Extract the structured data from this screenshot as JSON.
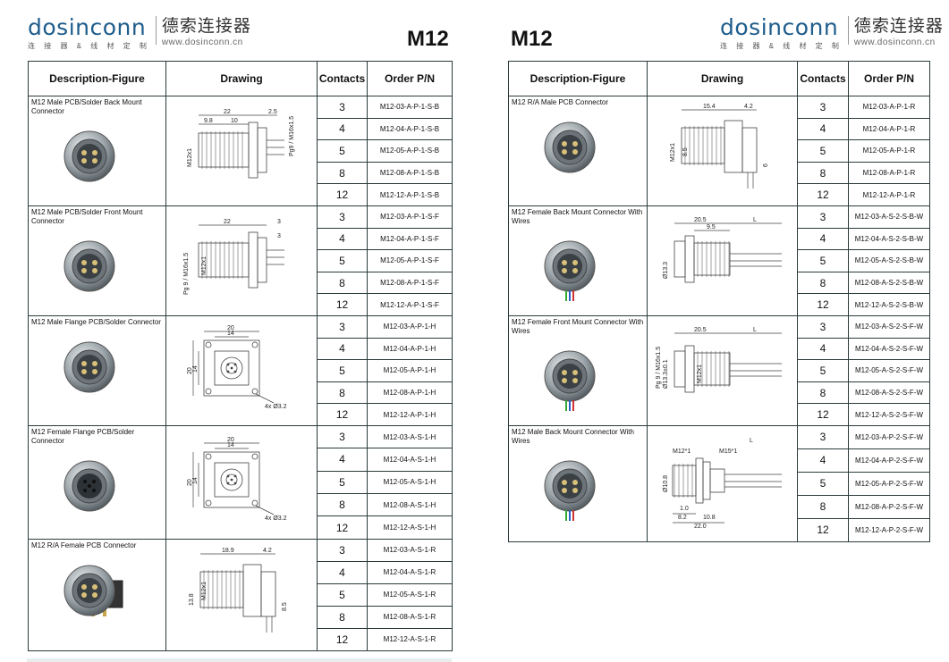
{
  "header": {
    "brand_left": "dosinconn",
    "brand_sub": "连 接 器 & 线 材 定 制",
    "brand_cn": "德索连接器",
    "website": "www.dosinconn.cn",
    "series_left": "M12",
    "series_right": "M12"
  },
  "columns": {
    "description": "Description-Figure",
    "drawing": "Drawing",
    "contacts": "Contacts",
    "order_pn": "Order P/N"
  },
  "left_products": [
    {
      "title": "M12 Male PCB/Solder Back Mount Connector",
      "dims": [
        "22",
        "2.5",
        "9.8",
        "10",
        "M12x1",
        "Pg9 / M16x1.5"
      ],
      "rows": [
        {
          "contacts": "3",
          "pn": "M12-03-A-P-1-S-B"
        },
        {
          "contacts": "4",
          "pn": "M12-04-A-P-1-S-B"
        },
        {
          "contacts": "5",
          "pn": "M12-05-A-P-1-S-B"
        },
        {
          "contacts": "8",
          "pn": "M12-08-A-P-1-S-B"
        },
        {
          "contacts": "12",
          "pn": "M12-12-A-P-1-S-B"
        }
      ]
    },
    {
      "title": "M12 Male PCB/Solder Front Mount Connector",
      "dims": [
        "22",
        "3",
        "3",
        "M12x1",
        "Pg 9 / M16x1.5"
      ],
      "rows": [
        {
          "contacts": "3",
          "pn": "M12-03-A-P-1-S-F"
        },
        {
          "contacts": "4",
          "pn": "M12-04-A-P-1-S-F"
        },
        {
          "contacts": "5",
          "pn": "M12-05-A-P-1-S-F"
        },
        {
          "contacts": "8",
          "pn": "M12-08-A-P-1-S-F"
        },
        {
          "contacts": "12",
          "pn": "M12-12-A-P-1-S-F"
        }
      ]
    },
    {
      "title": "M12 Male Flange PCB/Solder Connector",
      "dims": [
        "20",
        "14",
        "20",
        "14",
        "4x Ø3.2"
      ],
      "rows": [
        {
          "contacts": "3",
          "pn": "M12-03-A-P-1-H"
        },
        {
          "contacts": "4",
          "pn": "M12-04-A-P-1-H"
        },
        {
          "contacts": "5",
          "pn": "M12-05-A-P-1-H"
        },
        {
          "contacts": "8",
          "pn": "M12-08-A-P-1-H"
        },
        {
          "contacts": "12",
          "pn": "M12-12-A-P-1-H"
        }
      ]
    },
    {
      "title": "M12 Female Flange PCB/Solder Connector",
      "dims": [
        "20",
        "14",
        "20",
        "14",
        "4x Ø3.2"
      ],
      "rows": [
        {
          "contacts": "3",
          "pn": "M12-03-A-S-1-H"
        },
        {
          "contacts": "4",
          "pn": "M12-04-A-S-1-H"
        },
        {
          "contacts": "5",
          "pn": "M12-05-A-S-1-H"
        },
        {
          "contacts": "8",
          "pn": "M12-08-A-S-1-H"
        },
        {
          "contacts": "12",
          "pn": "M12-12-A-S-1-H"
        }
      ]
    },
    {
      "title": "M12 R/A Female PCB Connector",
      "dims": [
        "18.9",
        "4.2",
        "13.8",
        "M12x1",
        "8.5"
      ],
      "rows": [
        {
          "contacts": "3",
          "pn": "M12-03-A-S-1-R"
        },
        {
          "contacts": "4",
          "pn": "M12-04-A-S-1-R"
        },
        {
          "contacts": "5",
          "pn": "M12-05-A-S-1-R"
        },
        {
          "contacts": "8",
          "pn": "M12-08-A-S-1-R"
        },
        {
          "contacts": "12",
          "pn": "M12-12-A-S-1-R"
        }
      ]
    }
  ],
  "right_products": [
    {
      "title": "M12 R/A Male PCB Connector",
      "dims": [
        "15.4",
        "4.2",
        "M12x1",
        "8.5",
        "6"
      ],
      "rows": [
        {
          "contacts": "3",
          "pn": "M12-03-A-P-1-R"
        },
        {
          "contacts": "4",
          "pn": "M12-04-A-P-1-R"
        },
        {
          "contacts": "5",
          "pn": "M12-05-A-P-1-R"
        },
        {
          "contacts": "8",
          "pn": "M12-08-A-P-1-R"
        },
        {
          "contacts": "12",
          "pn": "M12-12-A-P-1-R"
        }
      ]
    },
    {
      "title": "M12 Female Back Mount Connector With Wires",
      "dims": [
        "20.5",
        "9.5",
        "L",
        "Ø13.3"
      ],
      "rows": [
        {
          "contacts": "3",
          "pn": "M12-03-A-S-2-S-B-W"
        },
        {
          "contacts": "4",
          "pn": "M12-04-A-S-2-S-B-W"
        },
        {
          "contacts": "5",
          "pn": "M12-05-A-S-2-S-B-W"
        },
        {
          "contacts": "8",
          "pn": "M12-08-A-S-2-S-B-W"
        },
        {
          "contacts": "12",
          "pn": "M12-12-A-S-2-S-B-W"
        }
      ]
    },
    {
      "title": "M12 Female Front Mount Connector With Wires",
      "dims": [
        "20.5",
        "L",
        "M12x1",
        "Ø13.3±0.1",
        "Pg 9 / M16x1.5"
      ],
      "rows": [
        {
          "contacts": "3",
          "pn": "M12-03-A-S-2-S-F-W"
        },
        {
          "contacts": "4",
          "pn": "M12-04-A-S-2-S-F-W"
        },
        {
          "contacts": "5",
          "pn": "M12-05-A-S-2-S-F-W"
        },
        {
          "contacts": "8",
          "pn": "M12-08-A-S-2-S-F-W"
        },
        {
          "contacts": "12",
          "pn": "M12-12-A-S-2-S-F-W"
        }
      ]
    },
    {
      "title": "M12 Male Back Mount Connector With Wires",
      "dims": [
        "M12*1",
        "M15*1",
        "L",
        "Ø10.8",
        "1.0",
        "8.2",
        "10.8",
        "22.0"
      ],
      "rows": [
        {
          "contacts": "3",
          "pn": "M12-03-A-P-2-S-F-W"
        },
        {
          "contacts": "4",
          "pn": "M12-04-A-P-2-S-F-W"
        },
        {
          "contacts": "5",
          "pn": "M12-05-A-P-2-S-F-W"
        },
        {
          "contacts": "8",
          "pn": "M12-08-A-P-2-S-F-W"
        },
        {
          "contacts": "12",
          "pn": "M12-12-A-P-2-S-F-W"
        }
      ]
    }
  ]
}
